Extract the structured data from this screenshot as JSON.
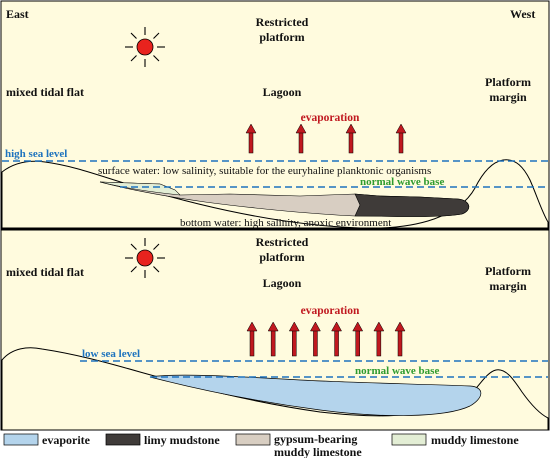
{
  "colors": {
    "panel_bg": "#FFFBDE",
    "evaporite": "#B4D4EC",
    "limy_mudstone": "#3F3B39",
    "gypsum_bearing_muddy_limestone": "#D8CEC2",
    "muddy_limestone": "#E3EED5",
    "blue_label": "#1E73BE",
    "green_label": "#2E9B2E",
    "evaporation_red": "#C0181F",
    "arrow_red": "#C0181F",
    "sun_fill": "#E8231E"
  },
  "top": {
    "east": "East",
    "west": "West",
    "restricted_1": "Restricted",
    "restricted_2": "platform",
    "mixed_tidal_flat": "mixed tidal flat",
    "lagoon": "Lagoon",
    "platform_1": "Platform",
    "platform_2": "margin",
    "evaporation": "evaporation",
    "sea_level": "high sea level",
    "surface_water": "surface water: low salinity,  suitable for the euryhaline planktonic organisms",
    "wave_base": "normal wave base",
    "bottom_water": "bottom water: high salinity, anoxic environment",
    "arrow_count": 4
  },
  "bottom": {
    "restricted_1": "Restricted",
    "restricted_2": "platform",
    "mixed_tidal_flat": "mixed tidal flat",
    "lagoon": "Lagoon",
    "platform_1": "Platform",
    "platform_2": "margin",
    "evaporation": "evaporation",
    "sea_level": "low sea level",
    "wave_base": "normal wave base",
    "arrow_count": 8
  },
  "legend": {
    "items": [
      {
        "label": "evaporite"
      },
      {
        "label": "limy mudstone"
      },
      {
        "label_1": "gypsum-bearing",
        "label_2": "muddy limestone"
      },
      {
        "label": "muddy limestone"
      }
    ]
  }
}
